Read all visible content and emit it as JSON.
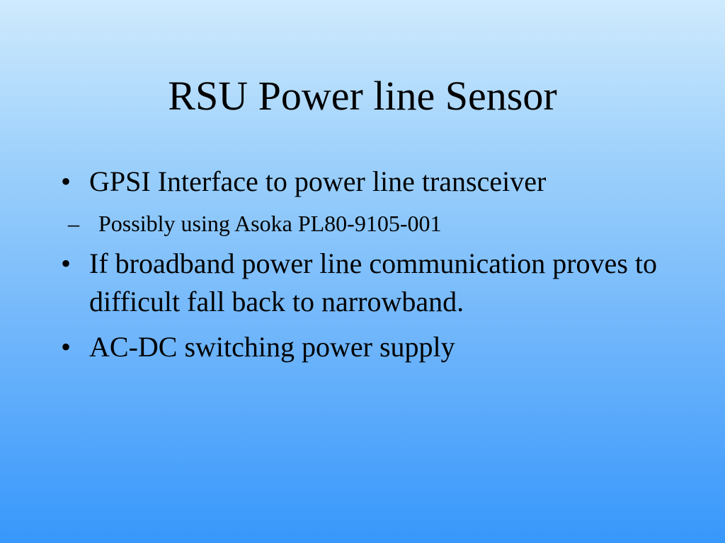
{
  "slide": {
    "title": "RSU Power line Sensor",
    "bullet_marker": "•",
    "sub_marker": "–",
    "bullets": [
      {
        "text": "GPSI Interface to power line transceiver",
        "sub": [
          "Possibly using Asoka PL80-9105-001"
        ]
      },
      {
        "text": "If broadband power line communication proves to difficult fall back to narrowband.",
        "sub": []
      },
      {
        "text": "AC-DC switching power supply",
        "sub": []
      }
    ]
  },
  "colors": {
    "background_top": "#cfeafd",
    "background_bottom": "#3797fb",
    "text": "#000000"
  }
}
